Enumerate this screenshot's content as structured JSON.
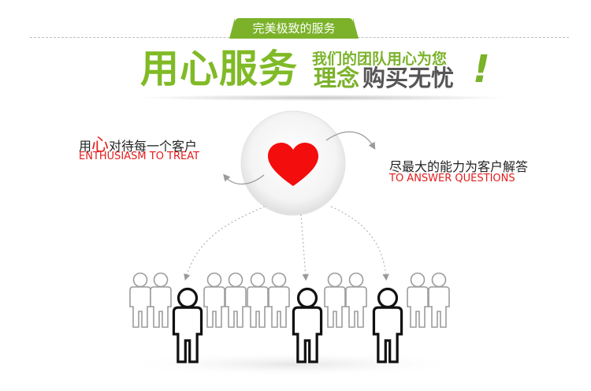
{
  "banner": {
    "label": "完美极致的服务"
  },
  "slogan": {
    "main": "用心服务",
    "sub": "我们的团队用心为您",
    "end_green": "理念",
    "end_gray": "购买无忧",
    "bang": "!"
  },
  "left_caption": {
    "cn_prefix": "用",
    "cn_highlight": "心",
    "cn_suffix": "对待每一个客户",
    "en": "ENTHUSIASM TO TREAT"
  },
  "right_caption": {
    "cn": "尽最大的能力为客户解答",
    "en": "TO ANSWER QUESTIONS"
  },
  "colors": {
    "brand_green": "#7bb22a",
    "accent_red": "#e41b1b",
    "heart_red": "#f40d0d"
  },
  "icons": [
    "heart-icon",
    "person-icon"
  ]
}
